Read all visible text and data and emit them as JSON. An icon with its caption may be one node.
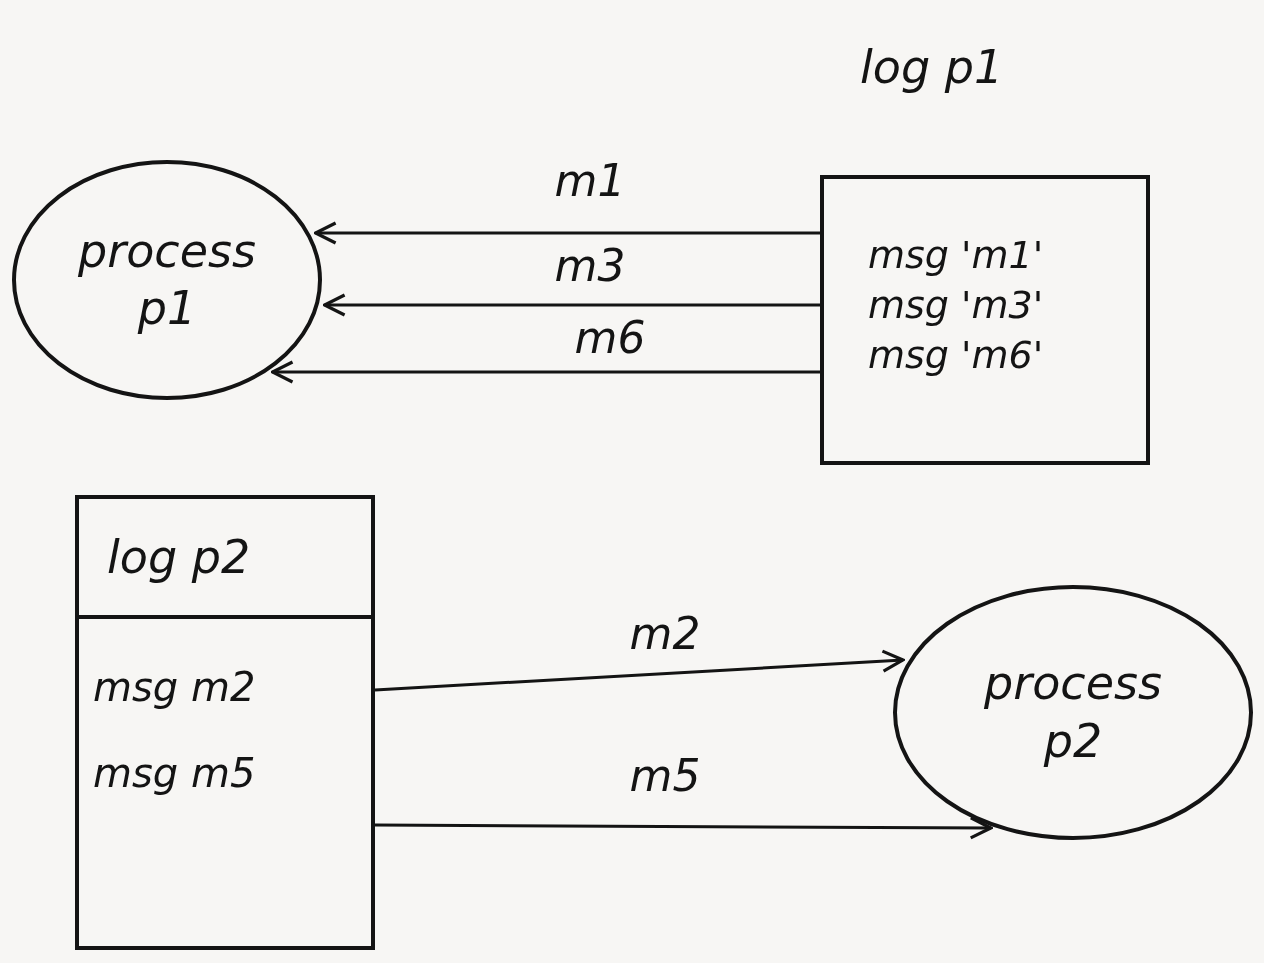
{
  "diagram": {
    "nodes": [
      {
        "text": [
          "process p1"
        ]
      },
      {
        "text": [
          "log p1",
          "msg 'm1'",
          "msg 'm3'",
          "msg 'm6'"
        ]
      },
      {
        "text": [
          "log p2",
          "msg m2",
          "msg m5"
        ]
      },
      {
        "text": [
          "process p2"
        ]
      }
    ],
    "edges": [
      {
        "from": 1,
        "to": 0,
        "arrow": "to",
        "label": "m1"
      },
      {
        "from": 1,
        "to": 0,
        "arrow": "to",
        "label": "m3"
      },
      {
        "from": 1,
        "to": 0,
        "arrow": "to",
        "label": "m6"
      },
      {
        "from": 2,
        "to": 3,
        "arrow": "to",
        "label": "m2"
      },
      {
        "from": 2,
        "to": 3,
        "arrow": "to",
        "label": "m5"
      }
    ]
  }
}
